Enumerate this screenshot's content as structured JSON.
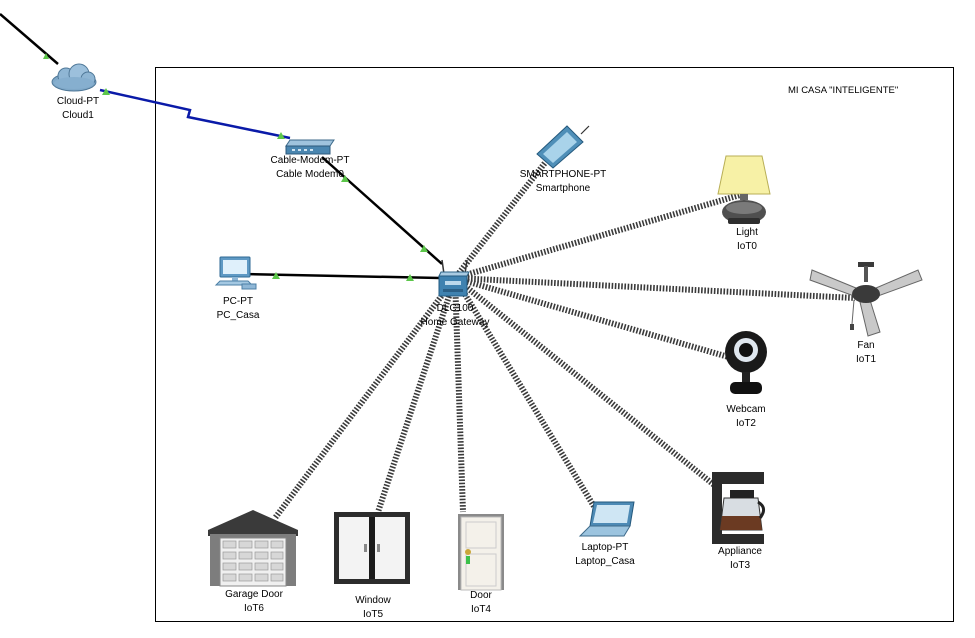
{
  "title": "MI CASA \"INTELIGENTE\"",
  "devices": {
    "cloud": {
      "model": "Cloud-PT",
      "name": "Cloud1",
      "icon": "cloud-icon"
    },
    "modem": {
      "model": "Cable-Modem-PT",
      "name": "Cable Modem0",
      "icon": "cable-modem-icon"
    },
    "gateway": {
      "model": "DLC100",
      "name": "Home Gateway",
      "icon": "home-gateway-icon"
    },
    "pc": {
      "model": "PC-PT",
      "name": "PC_Casa",
      "icon": "desktop-pc-icon"
    },
    "smartphone": {
      "model": "SMARTPHONE-PT",
      "name": "Smartphone",
      "icon": "smartphone-icon"
    },
    "light": {
      "model": "Light",
      "name": "IoT0",
      "icon": "lamp-icon"
    },
    "fan": {
      "model": "Fan",
      "name": "IoT1",
      "icon": "ceiling-fan-icon"
    },
    "webcam": {
      "model": "Webcam",
      "name": "IoT2",
      "icon": "webcam-icon"
    },
    "appliance": {
      "model": "Appliance",
      "name": "IoT3",
      "icon": "coffee-maker-icon"
    },
    "laptop": {
      "model": "Laptop-PT",
      "name": "Laptop_Casa",
      "icon": "laptop-icon"
    },
    "door": {
      "model": "Door",
      "name": "IoT4",
      "icon": "door-icon"
    },
    "window": {
      "model": "Window",
      "name": "IoT5",
      "icon": "window-icon"
    },
    "garage": {
      "model": "Garage Door",
      "name": "IoT6",
      "icon": "garage-door-icon"
    }
  },
  "links": {
    "wired": [
      [
        "cloud",
        "modem"
      ],
      [
        "modem",
        "gateway"
      ],
      [
        "pc",
        "gateway"
      ]
    ],
    "wireless": [
      "smartphone",
      "light",
      "fan",
      "webcam",
      "appliance",
      "laptop",
      "door",
      "window",
      "garage"
    ]
  },
  "colors": {
    "coax": "#0a1aa8",
    "copper": "#000000",
    "link_up": "#5cc64a",
    "wireless": "#3a3a3a"
  }
}
